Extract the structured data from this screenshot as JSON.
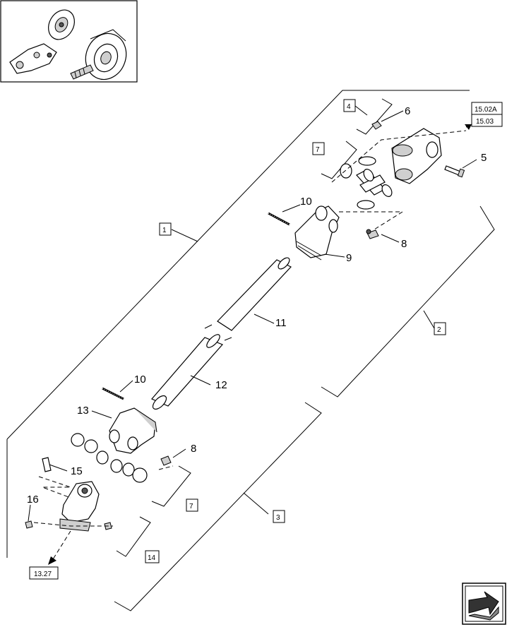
{
  "parts": {
    "p5": "5",
    "p6": "6",
    "p8a": "8",
    "p8b": "8",
    "p9": "9",
    "p10a": "10",
    "p10b": "10",
    "p11": "11",
    "p12": "12",
    "p13": "13",
    "p15": "15",
    "p16": "16"
  },
  "groups": {
    "g1": "1",
    "g2": "2",
    "g3": "3",
    "g4": "4",
    "g7a": "7",
    "g7b": "7",
    "g14": "14"
  },
  "refs": {
    "top_a": "15.02A",
    "top_b": "15.03",
    "bottom": "13.27"
  },
  "icons": {
    "thumbnail": "assembly-thumbnail-icon",
    "nav": "next-page-arrow-icon"
  }
}
